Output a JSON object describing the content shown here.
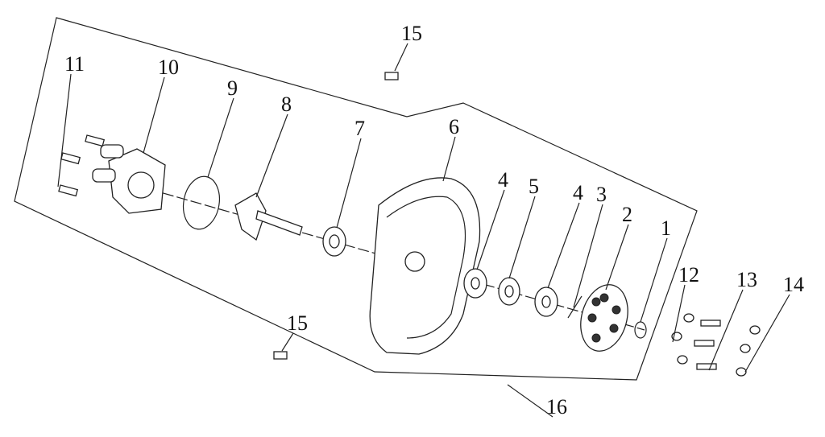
{
  "diagram": {
    "type": "exploded-parts-view",
    "callouts": [
      "1",
      "2",
      "3",
      "4",
      "5",
      "4",
      "7",
      "6",
      "8",
      "9",
      "10",
      "11",
      "12",
      "13",
      "14",
      "15",
      "15",
      "16"
    ]
  }
}
